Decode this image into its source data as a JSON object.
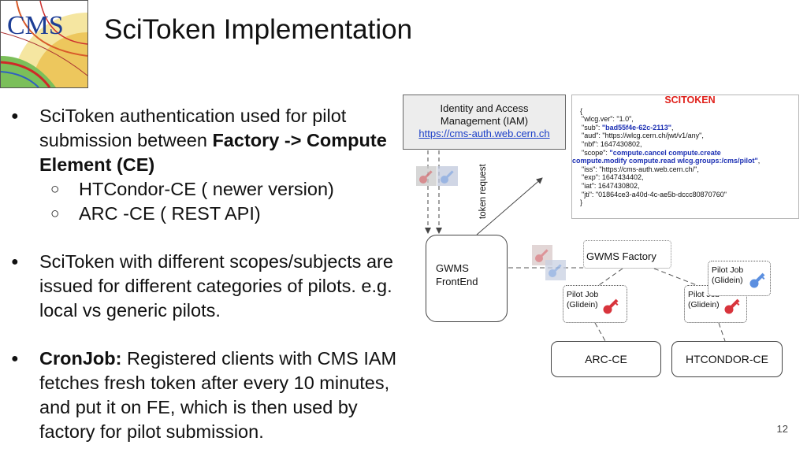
{
  "title": "SciToken Implementation",
  "logo": {
    "text": "CMS"
  },
  "bullets": [
    {
      "parts": [
        {
          "text": "SciToken authentication used for pilot submission between ",
          "bold": false
        },
        {
          "text": "Factory -> Compute Element (CE)",
          "bold": true
        }
      ],
      "sub": [
        "HTCondor-CE  ( newer version)",
        "ARC -CE  ( REST API)"
      ]
    },
    {
      "parts": [
        {
          "text": "SciToken with different scopes/subjects are issued for different categories of pilots. e.g. local vs generic pilots.",
          "bold": false
        }
      ]
    },
    {
      "parts": [
        {
          "text": "CronJob:",
          "bold": true
        },
        {
          "text": " Registered clients with CMS IAM fetches fresh token after every 10 minutes, and put it on FE, which is then used by factory for pilot submission.",
          "bold": false
        }
      ]
    }
  ],
  "diagram": {
    "iam": {
      "line1": "Identity and Access",
      "line2": "Management  (IAM)",
      "link": "https://cms-auth.web.cern.ch"
    },
    "token_request": "token request",
    "frontend": {
      "line1": "GWMS",
      "line2": "FrontEnd"
    },
    "factory": "GWMS Factory",
    "pilot_label_1": "Pilot Job",
    "pilot_label_2": "(Glidein)",
    "arc_ce": "ARC-CE",
    "htcondor_ce": "HTCONDOR-CE",
    "scitoken": {
      "title": "SCITOKEN",
      "open": "{",
      "wlcg_ver": "\"wlcg.ver\": \"1.0\",",
      "sub_key": "\"sub\": ",
      "sub_val": "\"bad55f4e-62c-2113\"",
      "aud": "\"aud\": \"https://wlcg.cern.ch/jwt/v1/any\",",
      "nbf": "\"nbf\": 1647430802,",
      "scope_key": "\"scope\": ",
      "scope_val1": "\"compute.cancel compute.create",
      "scope_val2": "compute.modify compute.read wlcg.groups:/cms/pilot\"",
      "iss": "\"iss\": \"https://cms-auth.web.cern.ch/\",",
      "exp": "\"exp\": 1647434402,",
      "iat": "\"iat\": 1647430802,",
      "jti": "\"jti\": \"01864ce3-a40d-4c-ae5b-dccc80870760\"",
      "close": "}"
    }
  },
  "page_number": "12",
  "colors": {
    "key_red": "#d8343c",
    "key_blue": "#5b8fe0",
    "link": "#1b3fc9",
    "token_title": "#e0201a"
  }
}
